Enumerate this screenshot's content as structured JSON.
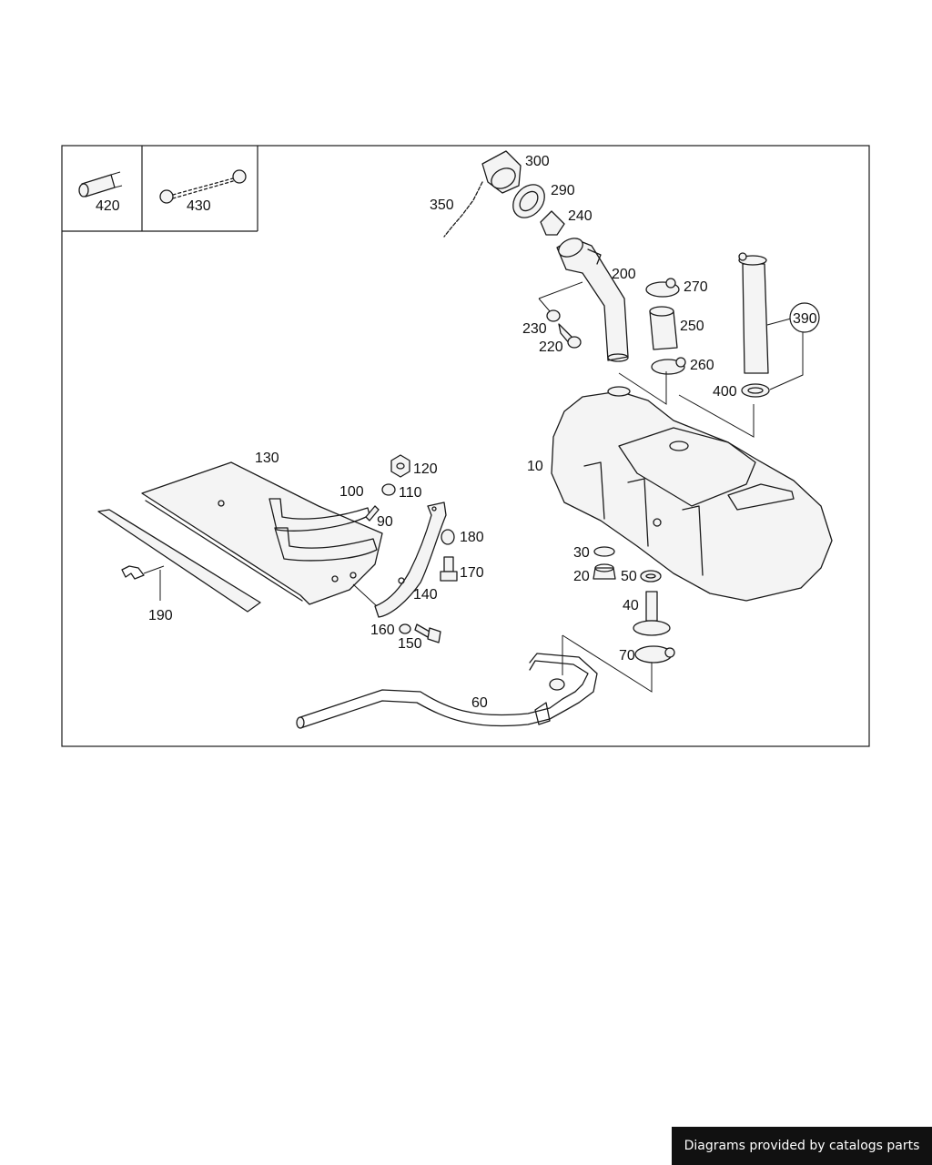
{
  "labels": {
    "p420": "420",
    "p430": "430",
    "p300": "300",
    "p290": "290",
    "p240": "240",
    "p350": "350",
    "p200": "200",
    "p270": "270",
    "p250": "250",
    "p260": "260",
    "p230": "230",
    "p220": "220",
    "p390": "390",
    "p400": "400",
    "p10": "10",
    "p130": "130",
    "p120": "120",
    "p110": "110",
    "p100": "100",
    "p90": "90",
    "p180": "180",
    "p170": "170",
    "p140": "140",
    "p160": "160",
    "p150": "150",
    "p190": "190",
    "p30": "30",
    "p20": "20",
    "p50": "50",
    "p40": "40",
    "p70": "70",
    "p60": "60"
  },
  "footer": {
    "text": "Diagrams provided by catalogs parts"
  }
}
